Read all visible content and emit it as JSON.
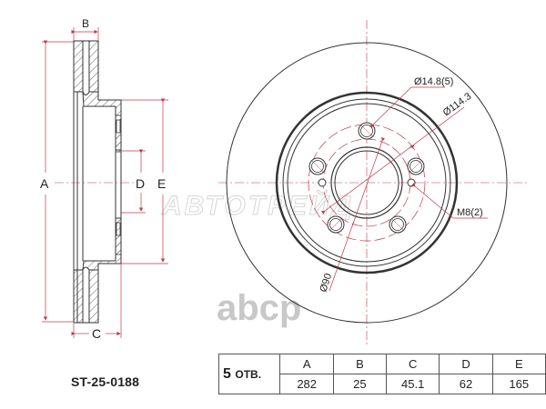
{
  "part_number": "ST-25-0188",
  "table": {
    "holes_count": "5",
    "holes_label": "ОТВ.",
    "headers": [
      "A",
      "B",
      "C",
      "D",
      "E"
    ],
    "values": [
      "282",
      "25",
      "45.1",
      "62",
      "165"
    ]
  },
  "dimension_labels": {
    "A": "A",
    "B": "B",
    "C": "C",
    "D": "D",
    "E": "E"
  },
  "annotations": {
    "bolt_hole": "Ø14.8(5)",
    "pcd": "Ø114.3",
    "thread": "M8(2)",
    "center_bore": "Ø90"
  },
  "watermarks": {
    "main": "АВТОТРЕЙД",
    "secondary": "abcp"
  },
  "colors": {
    "line": "#333333",
    "dimension": "#c0394b",
    "watermark": "#c8c8c8"
  }
}
